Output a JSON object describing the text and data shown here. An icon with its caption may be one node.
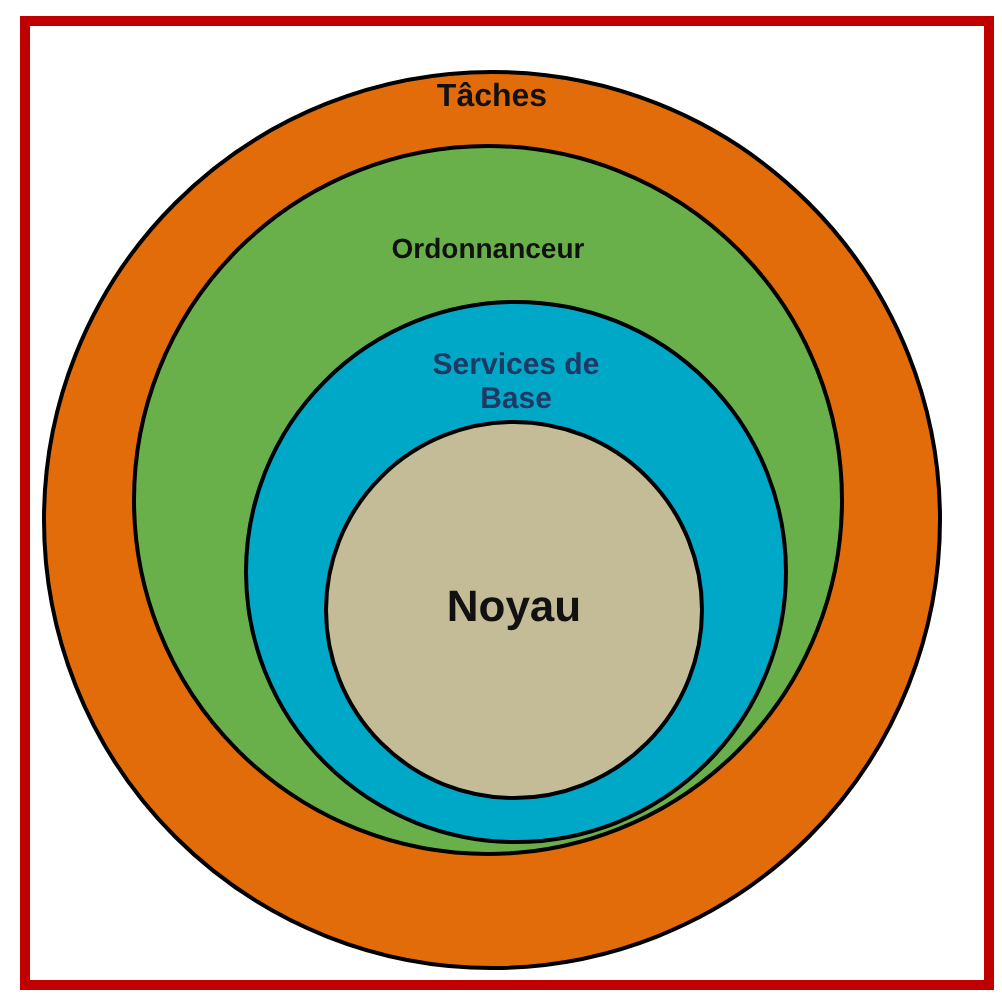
{
  "diagram": {
    "nodes": [
      {
        "text": [
          "Tâches"
        ]
      },
      {
        "text": [
          "Ordonnanceur"
        ],
        "in": 0
      },
      {
        "text": [
          "Services de Base"
        ],
        "in": 1
      },
      {
        "text": [
          "Noyau"
        ],
        "in": 2
      }
    ]
  }
}
